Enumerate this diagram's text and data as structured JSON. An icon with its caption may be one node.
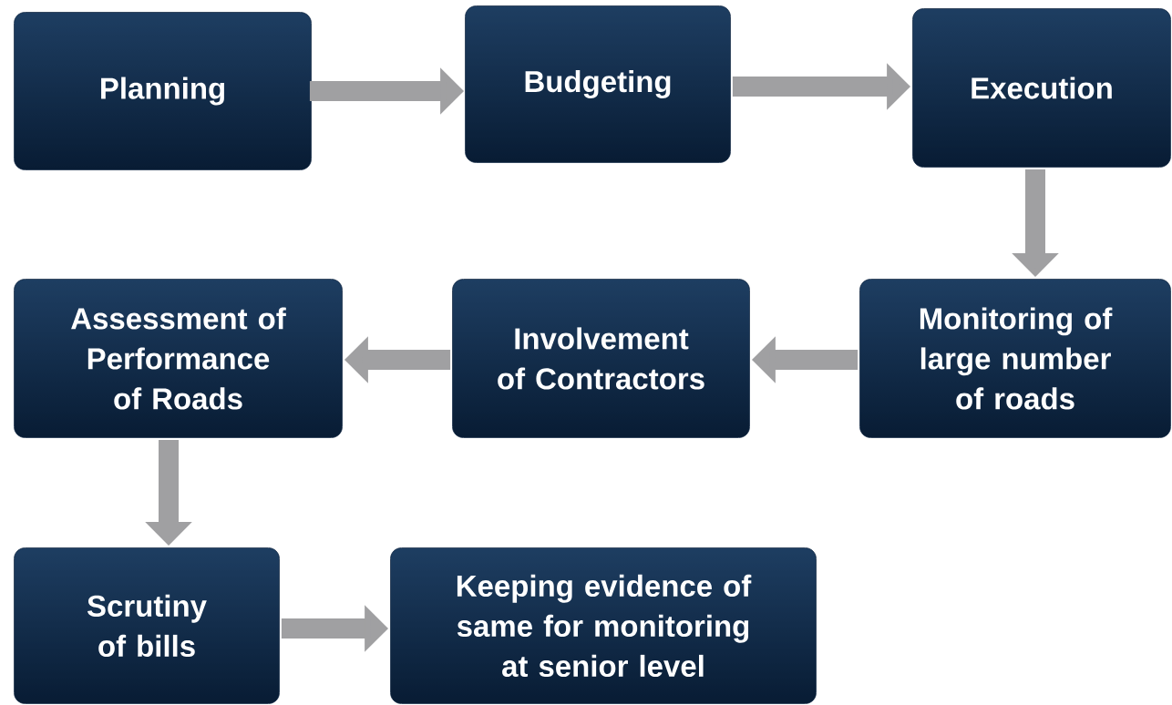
{
  "diagram": {
    "nodes": [
      {
        "text": [
          "Planning"
        ]
      },
      {
        "text": [
          "Budgeting"
        ]
      },
      {
        "text": [
          "Execution"
        ]
      },
      {
        "text": [
          "Monitoring of large number of roads"
        ]
      },
      {
        "text": [
          "Involvement of Contractors"
        ]
      },
      {
        "text": [
          "Assessment of Performance of Roads"
        ]
      },
      {
        "text": [
          "Scrutiny of bills"
        ]
      },
      {
        "text": [
          "Keeping evidence of same for monitoring at senior level"
        ]
      }
    ],
    "edges": [
      {
        "from": 0,
        "to": 1,
        "arrow": "to"
      },
      {
        "from": 1,
        "to": 2,
        "arrow": "to"
      },
      {
        "from": 2,
        "to": 3,
        "arrow": "to"
      },
      {
        "from": 3,
        "to": 4,
        "arrow": "to"
      },
      {
        "from": 4,
        "to": 5,
        "arrow": "to"
      },
      {
        "from": 5,
        "to": 6,
        "arrow": "to"
      },
      {
        "from": 6,
        "to": 7,
        "arrow": "to"
      }
    ]
  }
}
